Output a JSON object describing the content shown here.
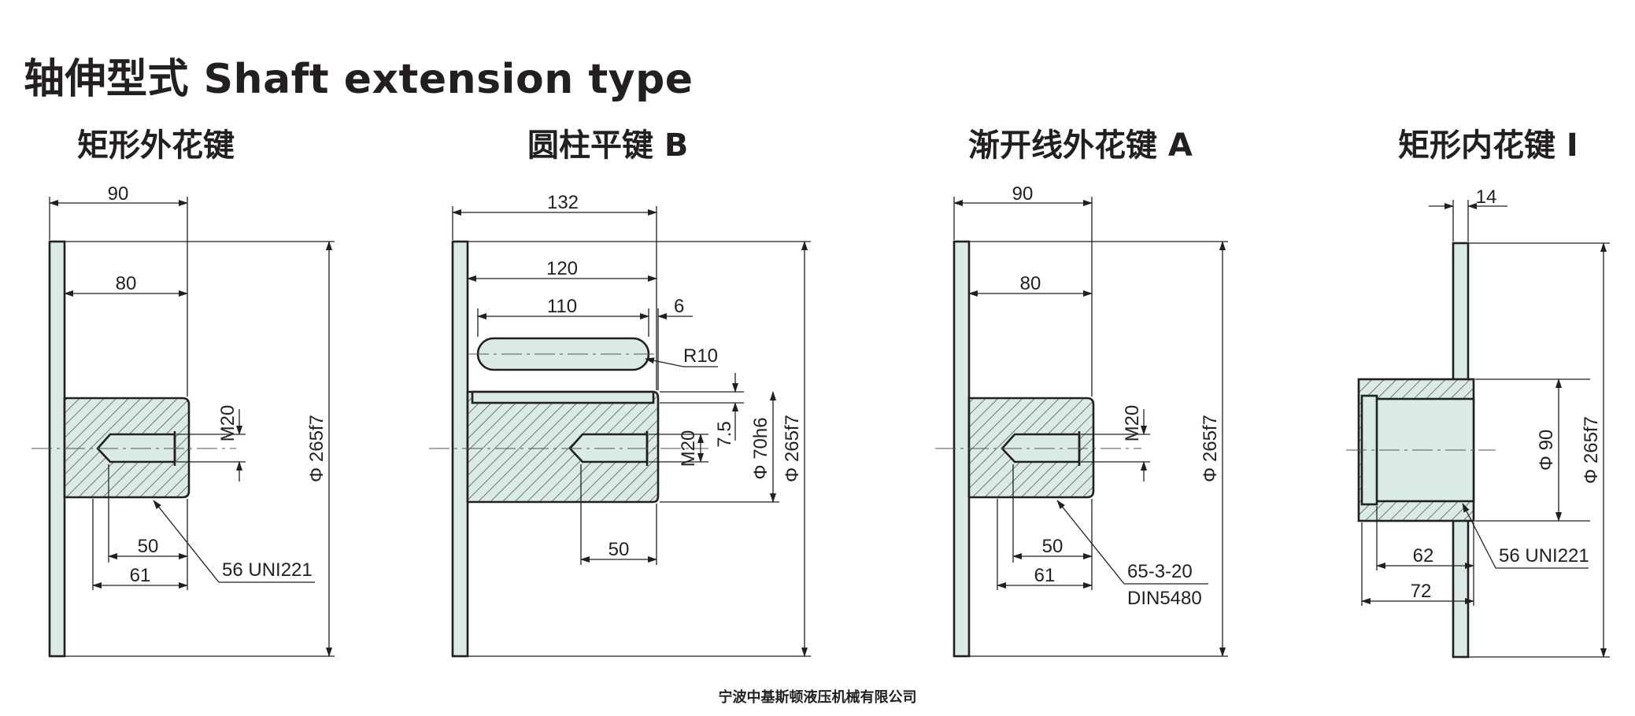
{
  "title": "轴伸型式  Shaft extension type",
  "footer": "宁波中基斯顿液压机械有限公司",
  "colors": {
    "part_fill": "#d9ebe4",
    "hatch": "#5a5a5a",
    "line": "#231f20"
  },
  "panels": [
    {
      "title": "矩形外花键",
      "dims": {
        "d1": "90",
        "d2": "80",
        "thread": "M20",
        "dia": "Φ 265f7",
        "d3": "50",
        "d4": "61",
        "note": "56 UNI221"
      }
    },
    {
      "title": "圆柱平键 B",
      "dims": {
        "d1": "132",
        "d2": "120",
        "d3": "110",
        "d4": "6",
        "radius": "R10",
        "keyh": "7.5",
        "thread": "M20",
        "dia1": "Φ 70h6",
        "dia2": "Φ 265f7",
        "d5": "50"
      }
    },
    {
      "title": "渐开线外花键 A",
      "dims": {
        "d1": "90",
        "d2": "80",
        "thread": "M20",
        "dia": "Φ 265f7",
        "d3": "50",
        "d4": "61",
        "note1": "65-3-20",
        "note2": "DIN5480"
      }
    },
    {
      "title": "矩形内花键 I",
      "dims": {
        "d1": "14",
        "dia1": "Φ 90",
        "dia2": "Φ 265f7",
        "d2": "62",
        "d3": "72",
        "note": "56 UNI221"
      }
    }
  ]
}
